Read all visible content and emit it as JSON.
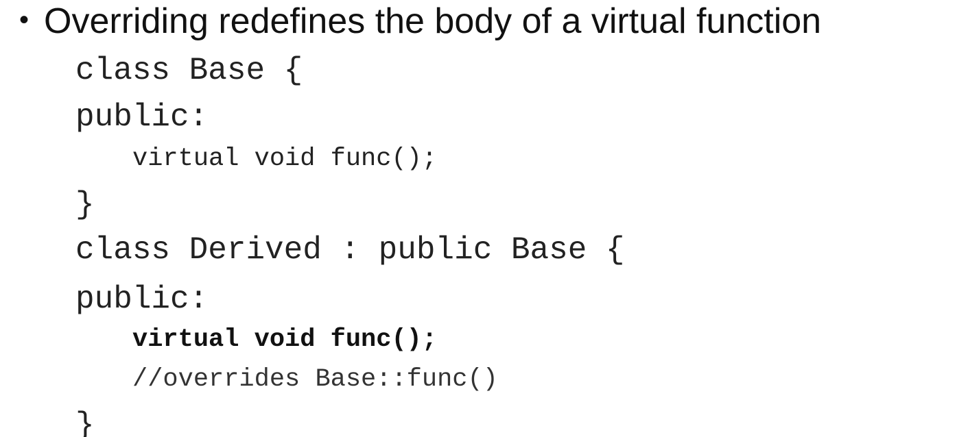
{
  "slide": {
    "bullet_glyph": "•",
    "bullet_text": "Overriding redefines the body of a virtual function",
    "code": {
      "line1": "class Base {",
      "line2": "public:",
      "line3": "virtual void func();",
      "line4": "}",
      "line5": "class Derived : public Base {",
      "line6": "public:",
      "line7": "virtual void func();",
      "line8": "//overrides Base::func()",
      "line9": "}"
    }
  }
}
